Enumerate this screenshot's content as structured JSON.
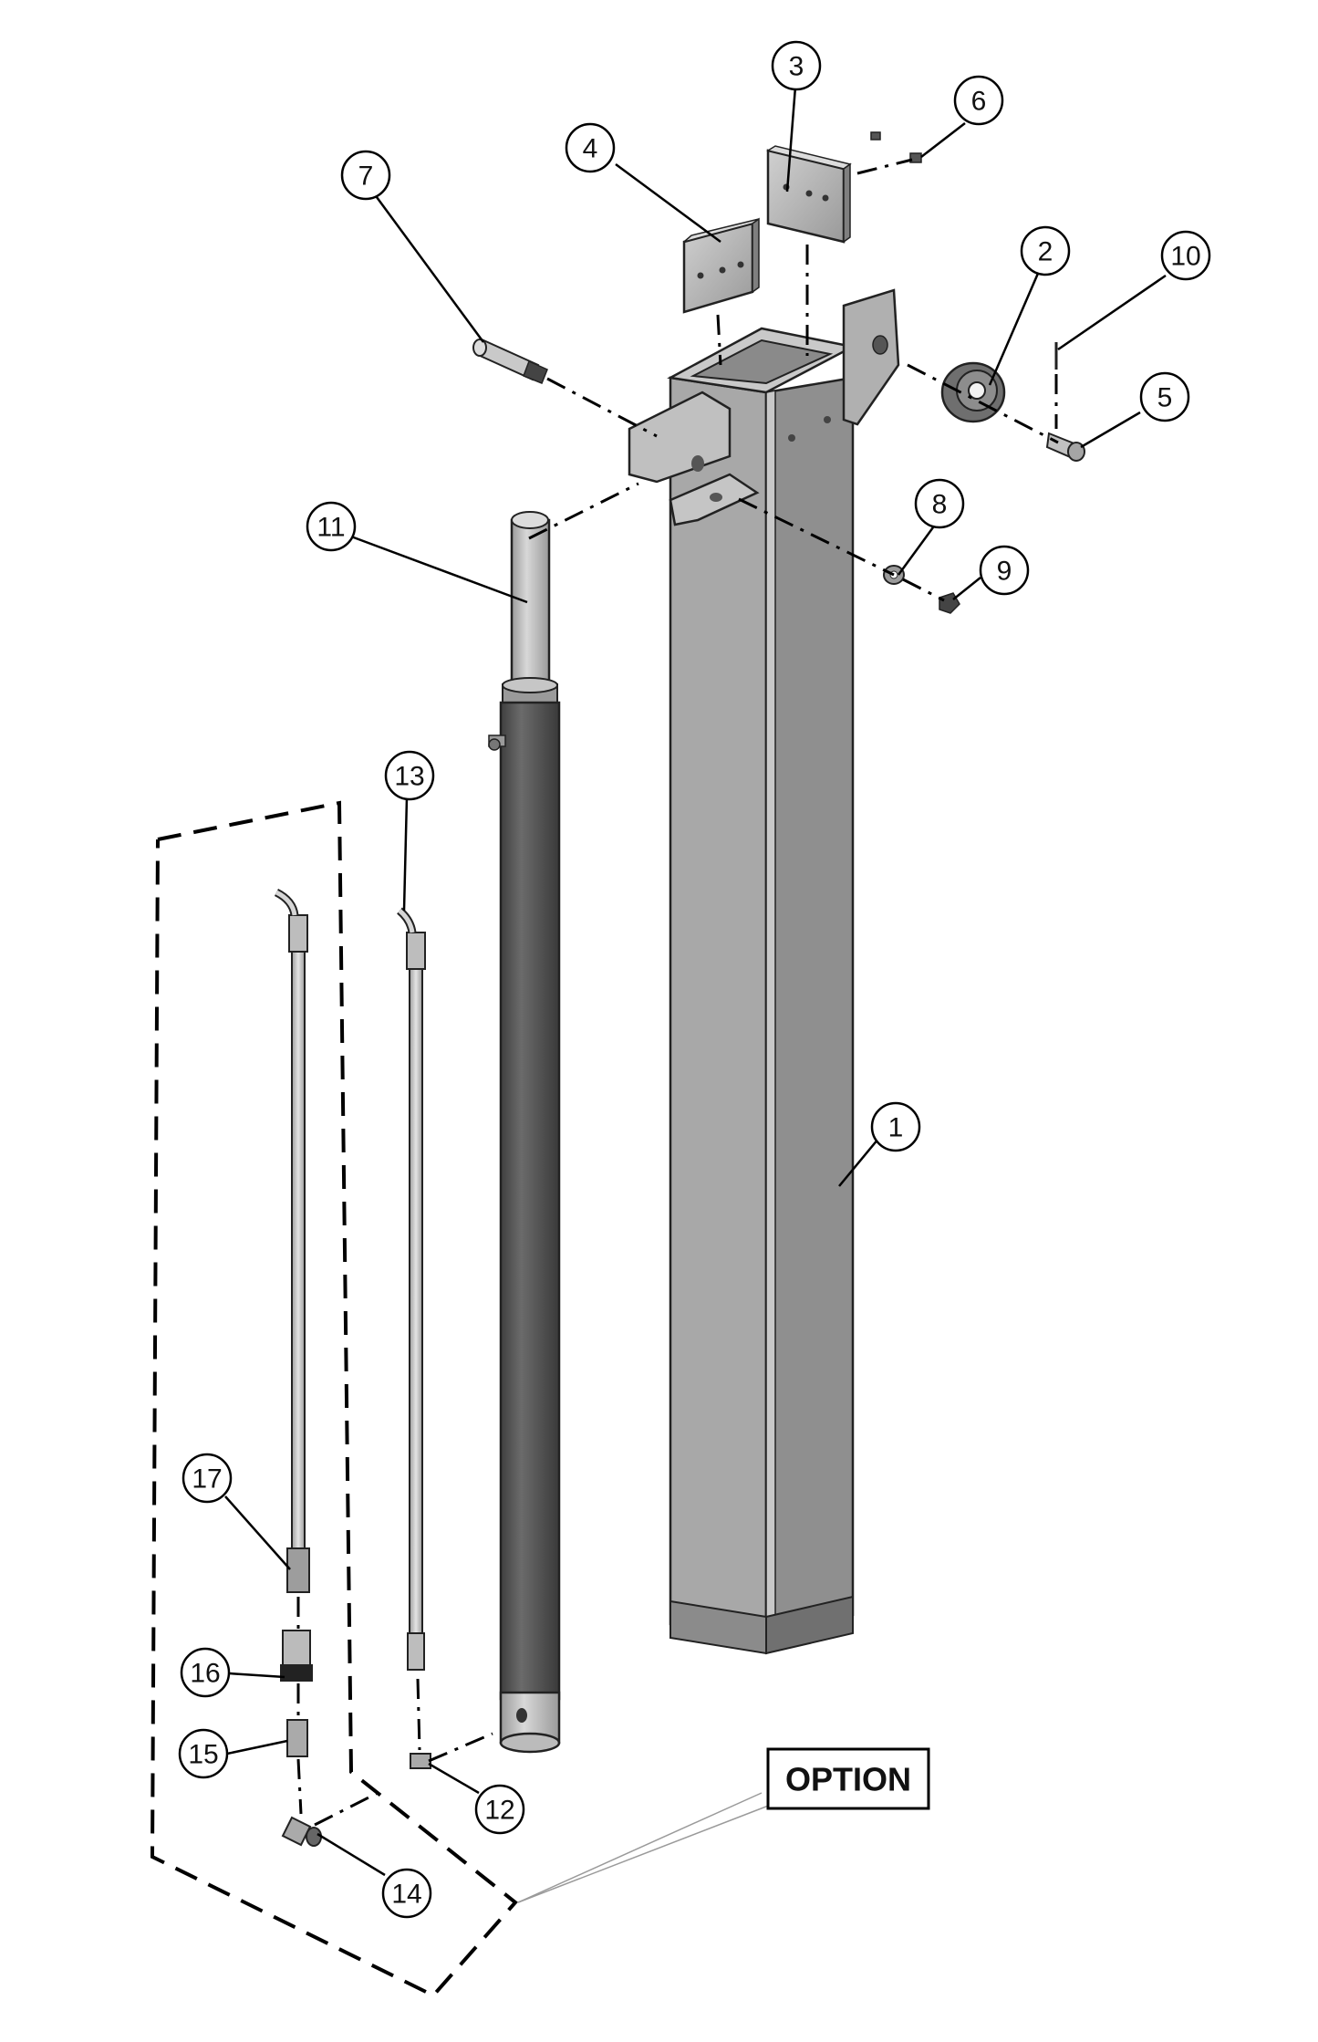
{
  "diagram": {
    "type": "exploded-assembly-drawing",
    "colors": {
      "outline": "#222222",
      "column_light": "#b9b9b9",
      "column_mid": "#9c9c9c",
      "column_dark": "#7d7d7d",
      "cylinder": "#5a5a5a",
      "rod": "#c4c4c4",
      "hose": "#d6d6d6",
      "leader": "#000000"
    },
    "callouts": [
      {
        "id": "callout-1",
        "label": "1"
      },
      {
        "id": "callout-2",
        "label": "2"
      },
      {
        "id": "callout-3",
        "label": "3"
      },
      {
        "id": "callout-4",
        "label": "4"
      },
      {
        "id": "callout-5",
        "label": "5"
      },
      {
        "id": "callout-6",
        "label": "6"
      },
      {
        "id": "callout-7",
        "label": "7"
      },
      {
        "id": "callout-8",
        "label": "8"
      },
      {
        "id": "callout-9",
        "label": "9"
      },
      {
        "id": "callout-10",
        "label": "10"
      },
      {
        "id": "callout-11",
        "label": "11"
      },
      {
        "id": "callout-12",
        "label": "12"
      },
      {
        "id": "callout-13",
        "label": "13"
      },
      {
        "id": "callout-14",
        "label": "14"
      },
      {
        "id": "callout-15",
        "label": "15"
      },
      {
        "id": "callout-16",
        "label": "16"
      },
      {
        "id": "callout-17",
        "label": "17"
      }
    ],
    "option_label": "OPTION"
  }
}
